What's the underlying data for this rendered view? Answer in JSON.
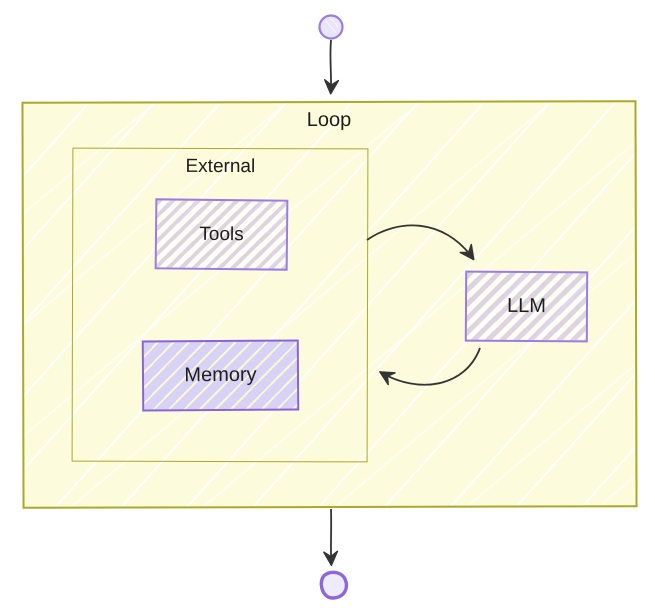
{
  "diagram": {
    "type": "flowchart",
    "direction": "top-down",
    "style": "hand-drawn",
    "nodes": [
      {
        "id": "start",
        "shape": "circle",
        "label": ""
      },
      {
        "id": "loop",
        "shape": "subgraph",
        "label": "Loop"
      },
      {
        "id": "external",
        "shape": "subgraph",
        "label": "External"
      },
      {
        "id": "tools",
        "shape": "rect",
        "label": "Tools"
      },
      {
        "id": "memory",
        "shape": "rect",
        "label": "Memory"
      },
      {
        "id": "llm",
        "shape": "rect",
        "label": "LLM"
      },
      {
        "id": "end",
        "shape": "circle",
        "label": ""
      }
    ],
    "edges": [
      {
        "from": "start",
        "to": "loop"
      },
      {
        "from": "external",
        "to": "llm"
      },
      {
        "from": "llm",
        "to": "external"
      },
      {
        "from": "loop",
        "to": "end"
      }
    ],
    "colors": {
      "subgraph_fill": "#fcfbdb",
      "subgraph_border": "#a9a92b",
      "node_border": "#9a7ce2",
      "node_hatch": "#d8d3f6",
      "memory_border": "#8a63da",
      "circle_fill": "#e9e5fa",
      "circle_border": "#9a7ce2",
      "end_circle_border": "#8f65dd",
      "arrow": "#343434",
      "text": "#1d1d1d",
      "background": "#ffffff"
    }
  }
}
